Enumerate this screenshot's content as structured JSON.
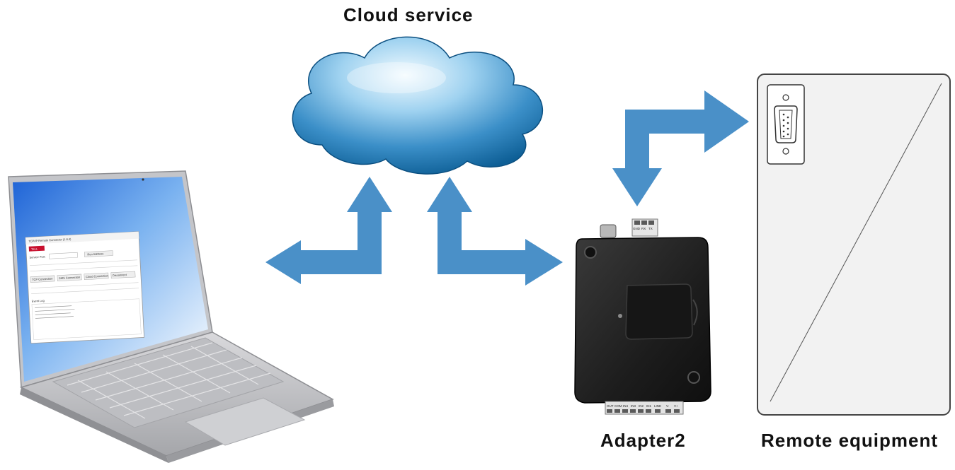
{
  "labels": {
    "cloud": "Cloud service",
    "adapter": "Adapter2",
    "remote": "Remote equipment"
  },
  "laptop_app": {
    "window_title": "TCP/IP Remote Connector (1.8.4)",
    "brand": "TELL",
    "fields": [
      "Service Port:",
      "Run Address"
    ],
    "buttons": [
      "TCP Connection",
      "SMS Connection",
      "Cloud Connection",
      "Disconnect"
    ],
    "log_title": "Event Log"
  },
  "adapter_terminals": {
    "top": [
      "GND",
      "RX",
      "TX"
    ],
    "bottom": [
      "OUT",
      "COM",
      "IN4",
      "IN3",
      "IN2",
      "IN1",
      "LINE",
      "V-",
      "V+"
    ]
  },
  "colors": {
    "arrow": "#4a90c8",
    "cloud_light": "#e8f4fc",
    "cloud_dark": "#0e5f96",
    "device_body": "#1f1f1f",
    "panel": "#f2f2f2"
  }
}
